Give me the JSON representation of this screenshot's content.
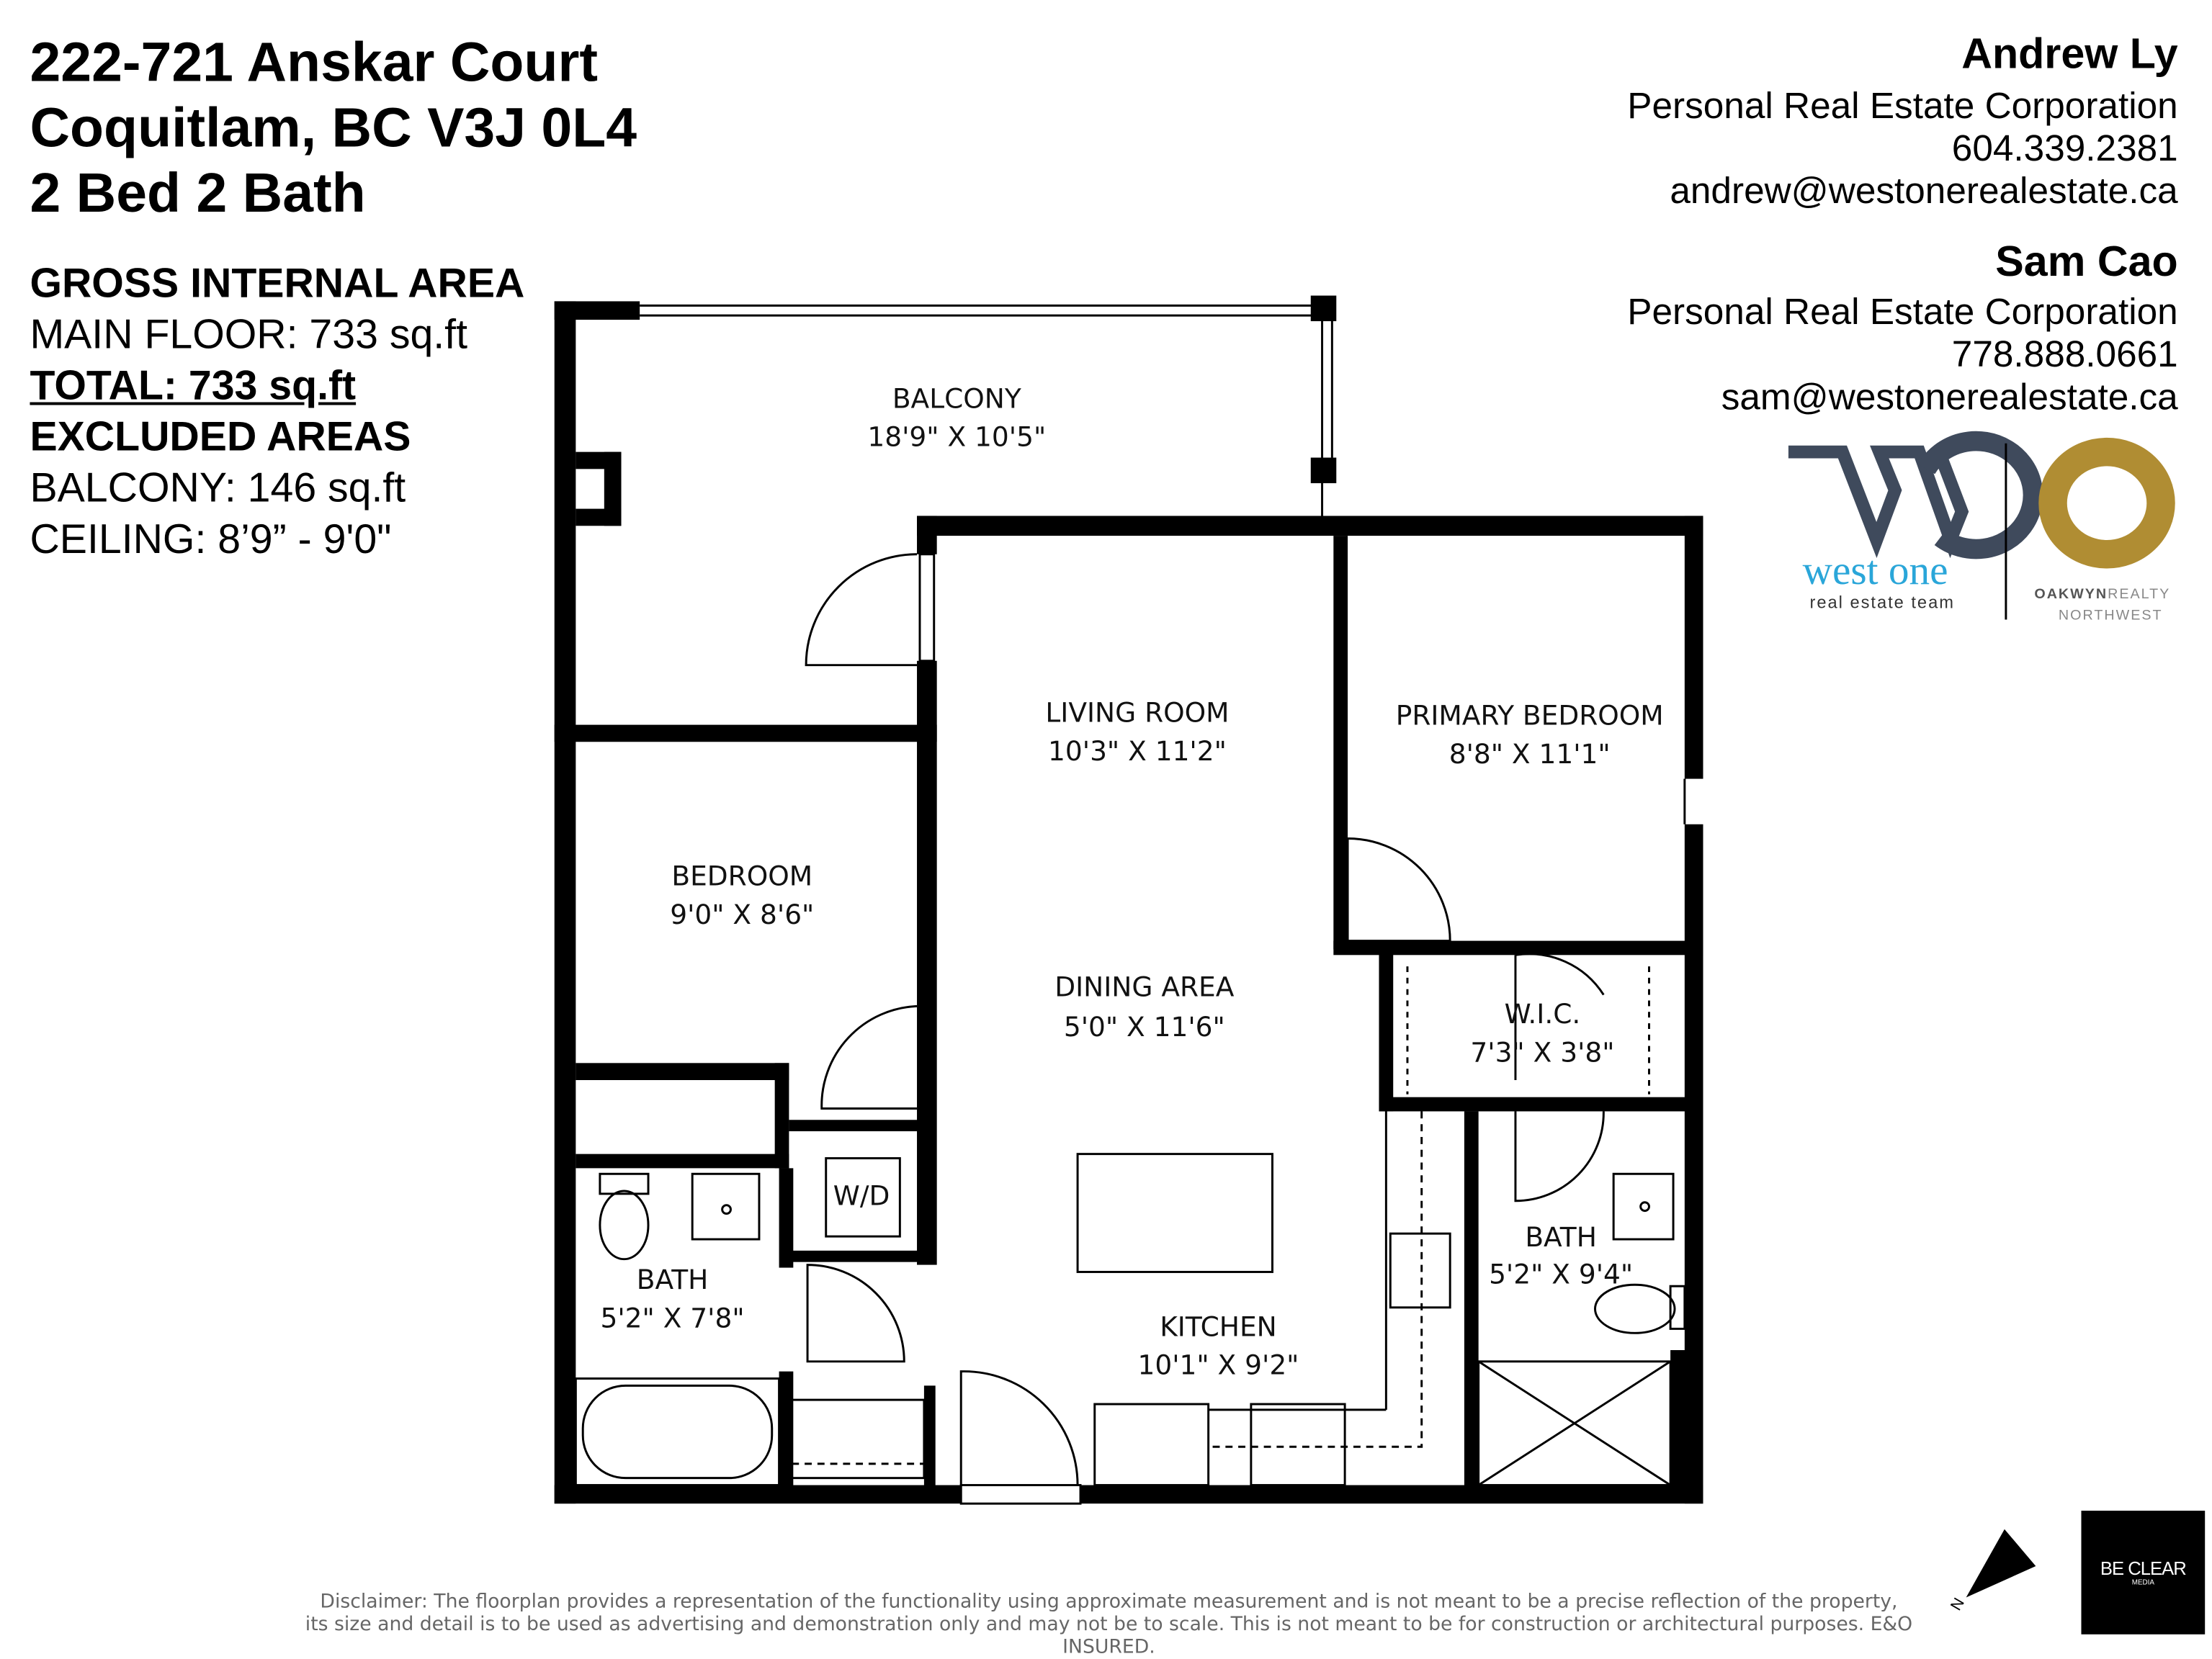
{
  "header": {
    "address_line1": "222-721 Anskar Court",
    "address_line2": "Coquitlam, BC V3J 0L4",
    "beds_baths": "2 Bed 2 Bath"
  },
  "areas": {
    "gross_heading": "GROSS INTERNAL AREA",
    "main_floor": "MAIN FLOOR: 733 sq.ft",
    "total": "TOTAL: 733 sq.ft",
    "excluded_heading": "EXCLUDED AREAS",
    "balcony": "BALCONY: 146 sq.ft",
    "ceiling": "CEILING: 8’9” - 9'0\""
  },
  "agents": [
    {
      "name": "Andrew Ly",
      "company": "Personal Real Estate Corporation",
      "phone": "604.339.2381",
      "email": "andrew@westonerealestate.ca"
    },
    {
      "name": "Sam Cao",
      "company": "Personal Real Estate Corporation",
      "phone": "778.888.0661",
      "email": "sam@westonerealestate.ca"
    }
  ],
  "logos": {
    "westone_name": "west one",
    "westone_tagline": "real estate team",
    "oakwyn_bold": "OAKWYN",
    "oakwyn_light": "REALTY",
    "oakwyn_region": "NORTHWEST",
    "beclear": "BE CLEAR",
    "beclear_sub": "MEDIA",
    "colors": {
      "westone_dark": "#3f4a5c",
      "westone_blue": "#2aa6d9",
      "oakwyn_gold": "#b08d33"
    }
  },
  "rooms": {
    "balcony": {
      "name": "BALCONY",
      "dims": "18'9\" X 10'5\""
    },
    "living": {
      "name": "LIVING ROOM",
      "dims": "10'3\" X 11'2\""
    },
    "primary": {
      "name": "PRIMARY BEDROOM",
      "dims": "8'8\" X 11'1\""
    },
    "bedroom": {
      "name": "BEDROOM",
      "dims": "9'0\" X 8'6\""
    },
    "dining": {
      "name": "DINING AREA",
      "dims": "5'0\" X 11'6\""
    },
    "wic": {
      "name": "W.I.C.",
      "dims": "7'3\" X 3'8\""
    },
    "wd": {
      "name": "W/D"
    },
    "bath1": {
      "name": "BATH",
      "dims": "5'2\" X 7'8\""
    },
    "bath2": {
      "name": "BATH",
      "dims": "5'2\" X 9'4\""
    },
    "kitchen": {
      "name": "KITCHEN",
      "dims": "10'1\" X 9'2\""
    }
  },
  "compass": {
    "label": "N"
  },
  "disclaimer": {
    "line1": "Disclaimer: The floorplan provides a representation of the functionality using approximate measurement and is not meant to be a precise reflection of the property,",
    "line2": "its size and detail is to be used as advertising and demonstration only and may not be to scale. This is not meant to be for construction or architectural purposes. E&O INSURED."
  }
}
